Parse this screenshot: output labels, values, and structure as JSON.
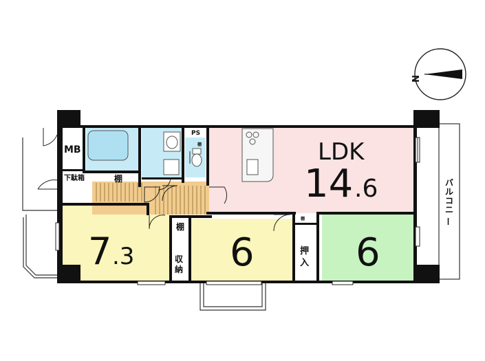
{
  "compass": {
    "north": "N"
  },
  "rooms": {
    "ldk": {
      "name": "LDK",
      "size_int": "14",
      "size_dec": ".6"
    },
    "room_west": {
      "size_int": "7",
      "size_dec": ".3"
    },
    "room_middle": {
      "size": "6"
    },
    "room_east": {
      "size": "6"
    }
  },
  "labels": {
    "mb": "MB",
    "shoe_box": "下駄箱",
    "shelf_hall": "棚",
    "ps": "PS",
    "shelf_small_1": "棚",
    "shelf_small_2": "棚",
    "shelf_mid": "棚",
    "storage": [
      "収",
      "納"
    ],
    "closet": [
      "押",
      "入"
    ],
    "balcony": [
      "バ",
      "ル",
      "コ",
      "ニ",
      "ー"
    ]
  },
  "colors": {
    "ldk": "#fbe3e3",
    "room_west": "#fbf6bb",
    "room_middle": "#fbf6bb",
    "room_east": "#c7f3c1",
    "wet_area": "#c6ebf7",
    "hall_floor": "#f1cc8e",
    "wall": "#111111"
  }
}
